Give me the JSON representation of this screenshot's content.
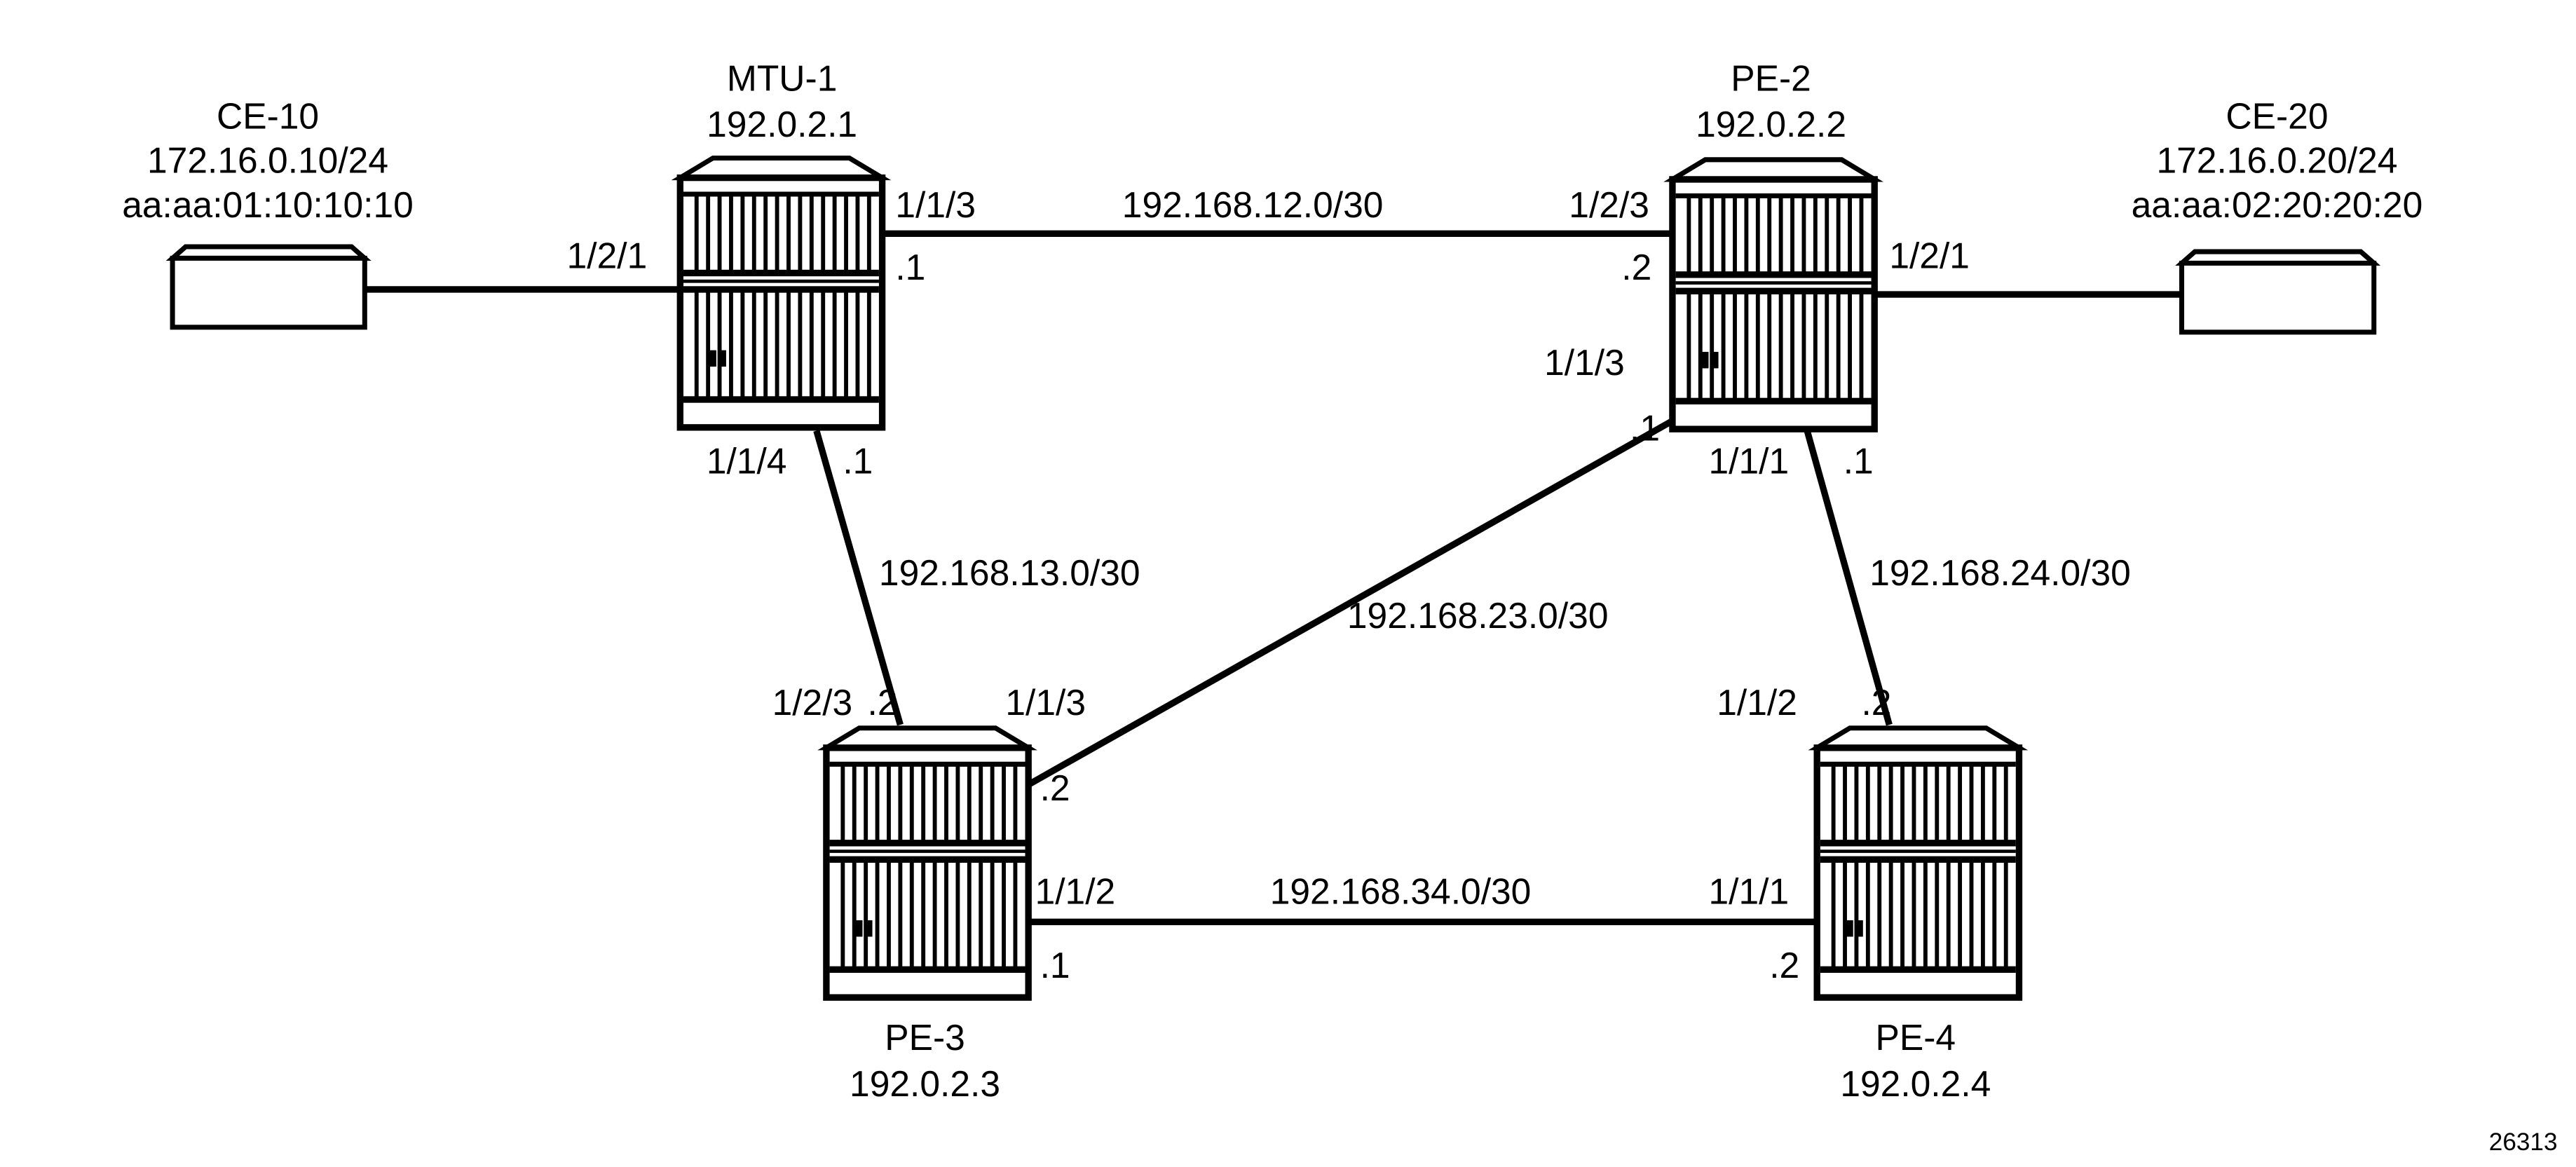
{
  "nodes": {
    "ce10": {
      "name": "CE-10",
      "ip": "172.16.0.10/24",
      "mac": "aa:aa:01:10:10:10"
    },
    "mtu1": {
      "name": "MTU-1",
      "ip": "192.0.2.1"
    },
    "pe2": {
      "name": "PE-2",
      "ip": "192.0.2.2"
    },
    "ce20": {
      "name": "CE-20",
      "ip": "172.16.0.20/24",
      "mac": "aa:aa:02:20:20:20"
    },
    "pe3": {
      "name": "PE-3",
      "ip": "192.0.2.3"
    },
    "pe4": {
      "name": "PE-4",
      "ip": "192.0.2.4"
    }
  },
  "links": {
    "ce10_mtu1": {
      "mtu1_port": "1/2/1"
    },
    "mtu1_pe2": {
      "subnet": "192.168.12.0/30",
      "mtu1_port": "1/1/3",
      "mtu1_addr": ".1",
      "pe2_port": "1/2/3",
      "pe2_addr": ".2"
    },
    "pe2_ce20": {
      "pe2_port": "1/2/1"
    },
    "mtu1_pe3": {
      "subnet": "192.168.13.0/30",
      "mtu1_port": "1/1/4",
      "mtu1_addr": ".1",
      "pe3_port": "1/2/3",
      "pe3_addr": ".2"
    },
    "pe2_pe3": {
      "subnet": "192.168.23.0/30",
      "pe2_port": "1/1/3",
      "pe2_addr": ".1",
      "pe3_port": "1/1/3",
      "pe3_addr": ".2"
    },
    "pe2_pe4": {
      "subnet": "192.168.24.0/30",
      "pe2_port": "1/1/1",
      "pe2_addr": ".1",
      "pe4_port": "1/1/2",
      "pe4_addr": ".2"
    },
    "pe3_pe4": {
      "subnet": "192.168.34.0/30",
      "pe3_port": "1/1/2",
      "pe3_addr": ".1",
      "pe4_port": "1/1/1",
      "pe4_addr": ".2"
    }
  },
  "figure_id": "26313"
}
